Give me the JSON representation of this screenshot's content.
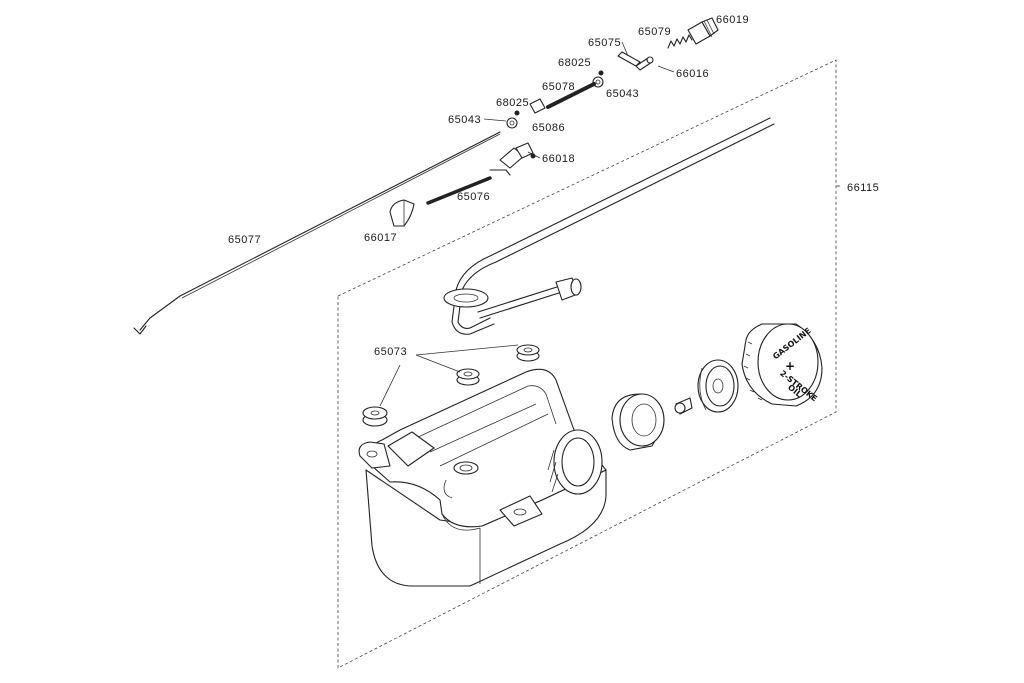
{
  "labels": {
    "p66019": "66019",
    "p65079": "65079",
    "p65075": "65075",
    "p66016": "66016",
    "p68025a": "68025",
    "p65078": "65078",
    "p65043a": "65043",
    "p68025b": "68025",
    "p65043b": "65043",
    "p65086": "65086",
    "p66018": "66018",
    "p65076": "65076",
    "p66017": "66017",
    "p65077": "65077",
    "p66115": "66115",
    "p65073": "65073"
  },
  "cap": {
    "line1": "GASOLINE",
    "line2": "+",
    "line3": "2-STROKE",
    "line4": "OIL"
  }
}
